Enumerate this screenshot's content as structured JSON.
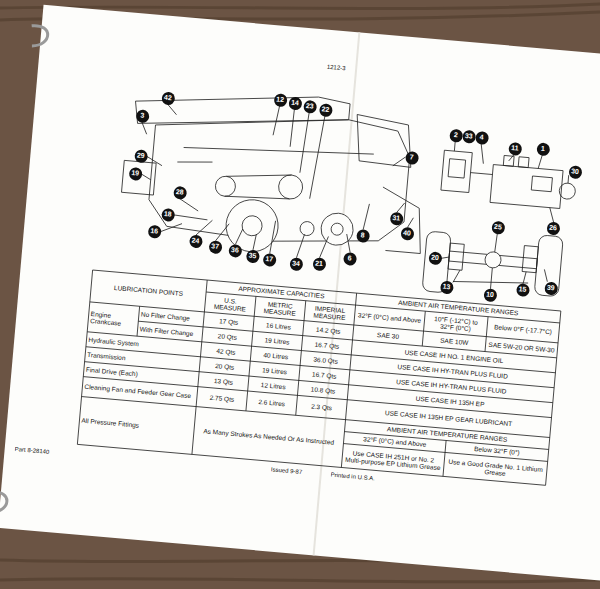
{
  "diagram": {
    "labels": [
      "1212-3",
      "42",
      "3",
      "12",
      "14",
      "23",
      "22",
      "7",
      "29",
      "19",
      "28",
      "18",
      "16",
      "24",
      "37",
      "36",
      "35",
      "17",
      "34",
      "21",
      "6",
      "8",
      "31",
      "40",
      "2",
      "33",
      "4",
      "11",
      "1",
      "30",
      "26",
      "25",
      "20",
      "13",
      "10",
      "15",
      "39",
      "LUBRICATION POINTS",
      "APPROXIMATE CAPACITIES",
      "AMBIENT AIR TEMPERATURE RANGES",
      "U.S. MEASURE",
      "METRIC MEASURE",
      "IMPERIAL MEASURE",
      "32°F (0°C) and Above",
      "10°F (-12°C) to 32°F (0°C)",
      "Below 0°F (-17.7°C)",
      "Engine Crankcase",
      "No Filter Change",
      "17 Qts",
      "16 Litres",
      "14.2 Qts",
      "SAE 30",
      "SAE 10W",
      "SAE 5W-20 OR 5W-30",
      "With Filter Change",
      "20 Qts",
      "19 Litres",
      "16.7 Qts",
      "USE CASE IH NO. 1 ENGINE OIL",
      "Hydraulic System",
      "42 Qts",
      "40 Litres",
      "36.0 Qts",
      "USE CASE IH HY-TRAN PLUS FLUID",
      "Transmission",
      "20 Qts",
      "19 Litres",
      "16.7 Qts",
      "USE CASE IH HY-TRAN PLUS FLUID",
      "Final Drive (Each)",
      "13 Qts",
      "12 Litres",
      "10.8 Qts",
      "USE CASE IH 135H EP",
      "Cleaning Fan and Feeder Gear Case",
      "2.75 Qts",
      "2.6 Litres",
      "2.3 Qts",
      "USE CASE IH 135H EP GEAR LUBRICANT",
      "All Pressure Fittings",
      "As Many Strokes As Needed Or As Instructed",
      "AMBIENT AIR TEMPERATURE RANGES",
      "32°F (0°C) and Above",
      "Below 32°F (0°)",
      "Use CASE IH 251H or No. 2 Multi-purpose EP Lithium Grease",
      "Use a Good Grade No. 1 Lithium Grease",
      "Part 8-28140",
      "Issued 9-87",
      "Printed in U.S.A."
    ]
  }
}
